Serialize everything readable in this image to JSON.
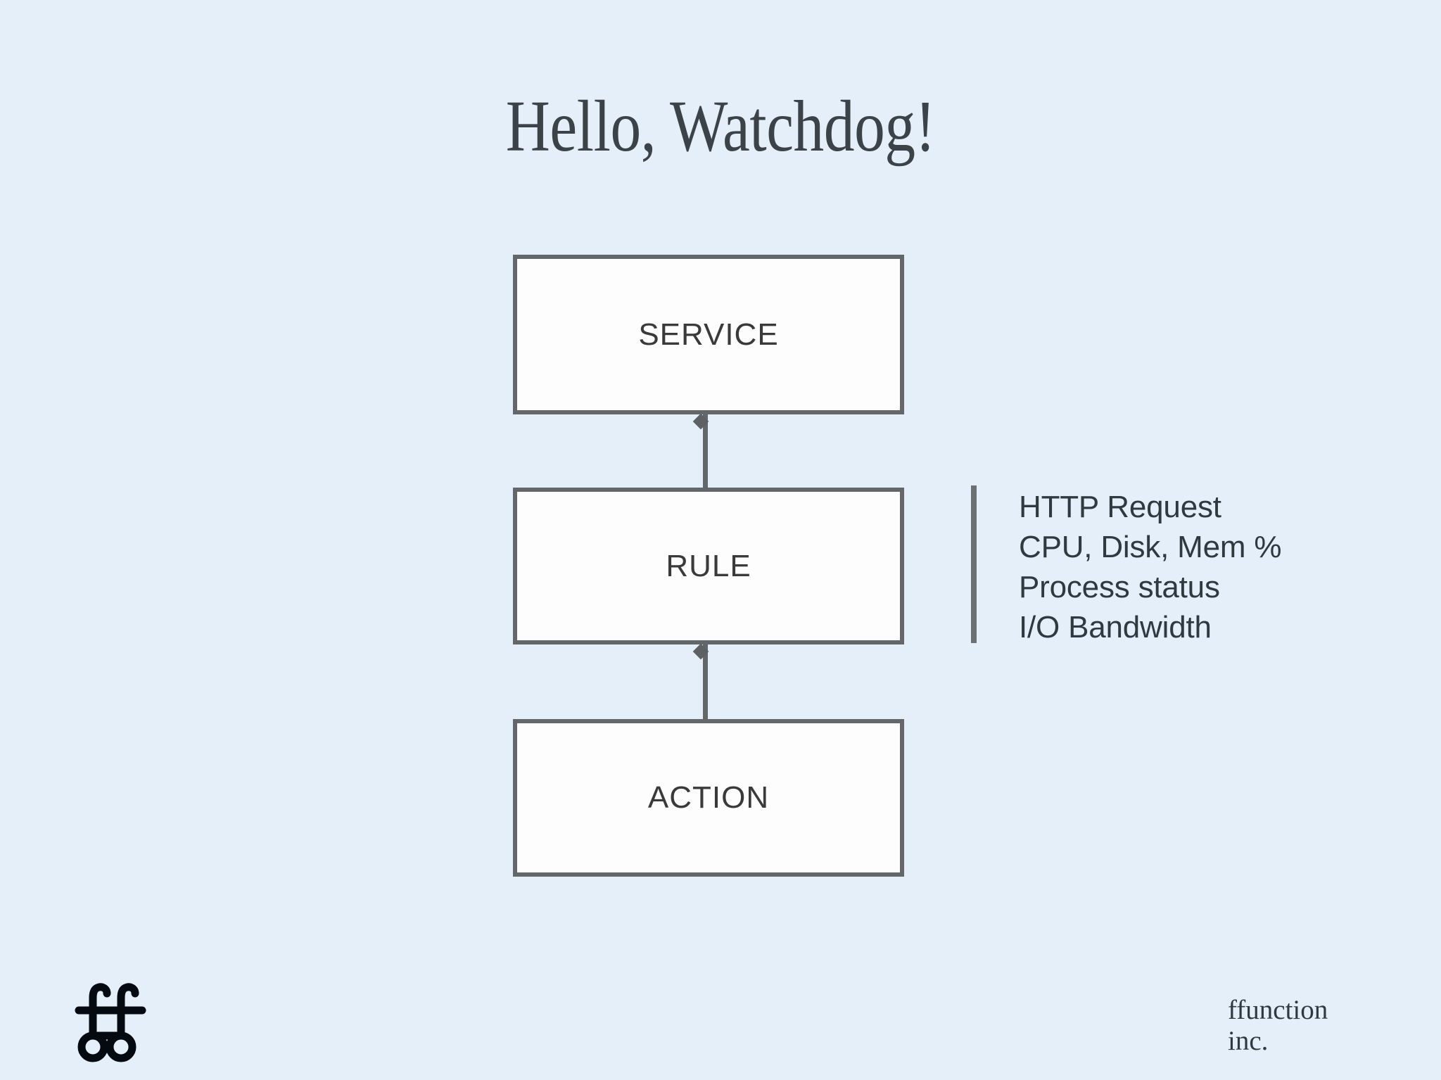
{
  "slide": {
    "title": "Hello, Watchdog!",
    "background_color": "#e4eff9",
    "text_color": "#3b4349",
    "stroke_color": "#63676a",
    "node_fill_color": "#fdfdfd"
  },
  "diagram": {
    "type": "flow",
    "orientation": "vertical",
    "nodes": [
      {
        "id": "service",
        "label": "SERVICE"
      },
      {
        "id": "rule",
        "label": "RULE"
      },
      {
        "id": "action",
        "label": "ACTION"
      }
    ],
    "connectors": [
      {
        "from": "service",
        "to": "rule",
        "marker": "diamond"
      },
      {
        "from": "rule",
        "to": "action",
        "marker": "diamond"
      }
    ]
  },
  "annotation": {
    "attached_to": "rule",
    "items": [
      "HTTP Request",
      "CPU, Disk, Mem %",
      "Process status",
      "I/O Bandwidth"
    ]
  },
  "footer": {
    "logo_name": "ffunction-logo",
    "credit_lines": [
      "ffunction",
      "inc."
    ]
  }
}
